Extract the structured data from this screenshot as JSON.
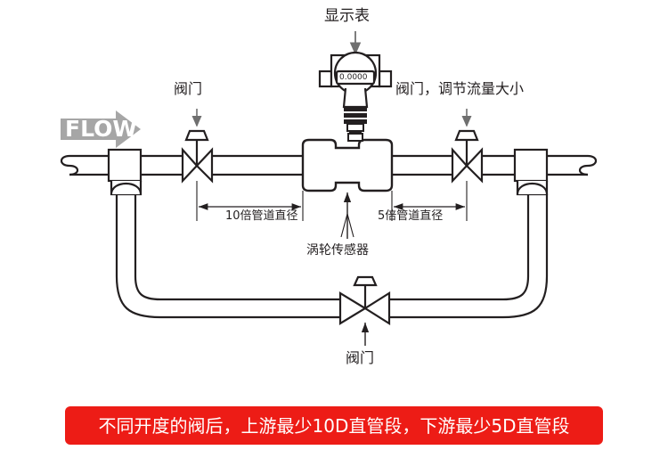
{
  "diagram": {
    "title_label": "显示表",
    "flow_arrow_label": "FLOW",
    "meter_display_value": "0.0000",
    "upstream_valve_label": "阀门",
    "downstream_valve_label": "阀门，调节流量大小",
    "upstream_dimension_label": "10倍管道直径",
    "downstream_dimension_label": "5倍管道直径",
    "sensor_label": "涡轮传感器",
    "bypass_valve_label": "阀门"
  },
  "banner": {
    "text": "不同开度的阀后，上游最少10D直管段，下游最少5D直管段"
  },
  "colors": {
    "line": "#231f20",
    "flow_arrow": "#a6a6a6",
    "banner_bg": "#ed1c16",
    "banner_text": "#ffffff",
    "background": "#ffffff"
  }
}
